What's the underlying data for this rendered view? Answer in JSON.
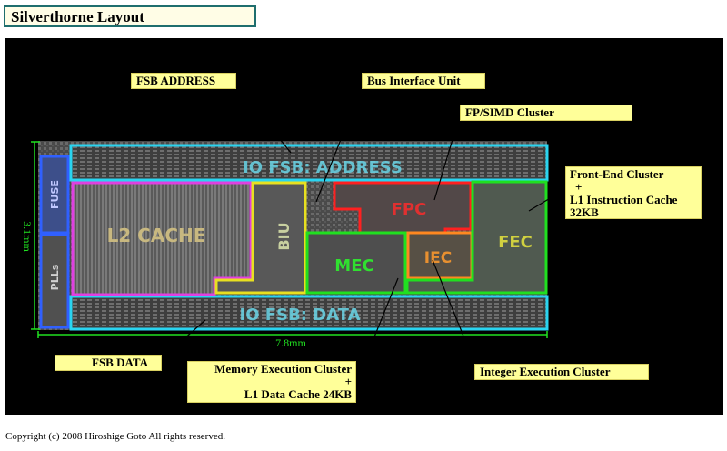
{
  "title": "Silverthorne Layout",
  "chip_blocks": {
    "io_fsb_address": "IO FSB: ADDRESS",
    "io_fsb_data": "IO FSB: DATA",
    "l2_cache": "L2 CACHE",
    "biu": "BIU",
    "fpc": "FPC",
    "mec": "MEC",
    "iec": "IEC",
    "fec": "FEC",
    "fuse": "FUSE",
    "plls": "PLLs"
  },
  "dimensions": {
    "height": "3.1mm",
    "width": "7.8mm"
  },
  "callouts": {
    "fsb_address": "FSB ADDRESS",
    "bus_interface_unit": "Bus Interface Unit",
    "fp_simd_cluster": "FP/SIMD Cluster",
    "front_end_cluster": "Front-End Cluster",
    "front_end_plus": "+",
    "front_end_l1_icache": "L1 Instruction Cache",
    "front_end_size": "32KB",
    "fsb_data": "FSB DATA",
    "memory_execution_cluster": "Memory Execution Cluster",
    "memory_plus": "+",
    "l1_data_cache": "L1 Data Cache 24KB",
    "integer_execution_cluster": "Integer Execution Cluster"
  },
  "copyright": "Copyright (c) 2008 Hiroshige Goto All rights reserved.",
  "colors": {
    "io_border": "#2ad4f0",
    "l2_border": "#e040e0",
    "biu_border": "#e8e020",
    "fpc_border": "#ff2020",
    "mec_border": "#20e020",
    "iec_border": "#ff8820",
    "fec_border": "#20e020",
    "fuse_border": "#3060ff",
    "dimension": "#20e020",
    "callout_fill": "#ffff99"
  }
}
